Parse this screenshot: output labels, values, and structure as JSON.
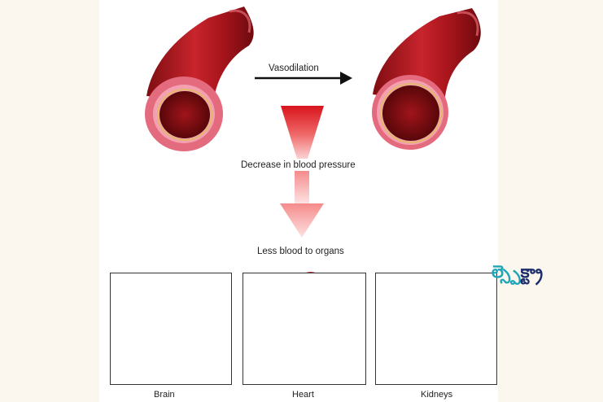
{
  "diagram": {
    "process_label": "Vasodilation",
    "effect_label": "Decrease in blood pressure",
    "result_label": "Less blood to organs",
    "organs": [
      {
        "name": "Brain"
      },
      {
        "name": "Heart"
      },
      {
        "name": "Kidneys"
      }
    ]
  },
  "watermark": {
    "accent": "ల్",
    "rest": "స్పెక్ట్రా"
  },
  "colors": {
    "vessel_red": "#b0161e",
    "vessel_rim": "#e0657a",
    "arrow_red": "#e52a2a",
    "brand_dark": "#1b2d6b",
    "brand_accent": "#1ea6b8"
  }
}
